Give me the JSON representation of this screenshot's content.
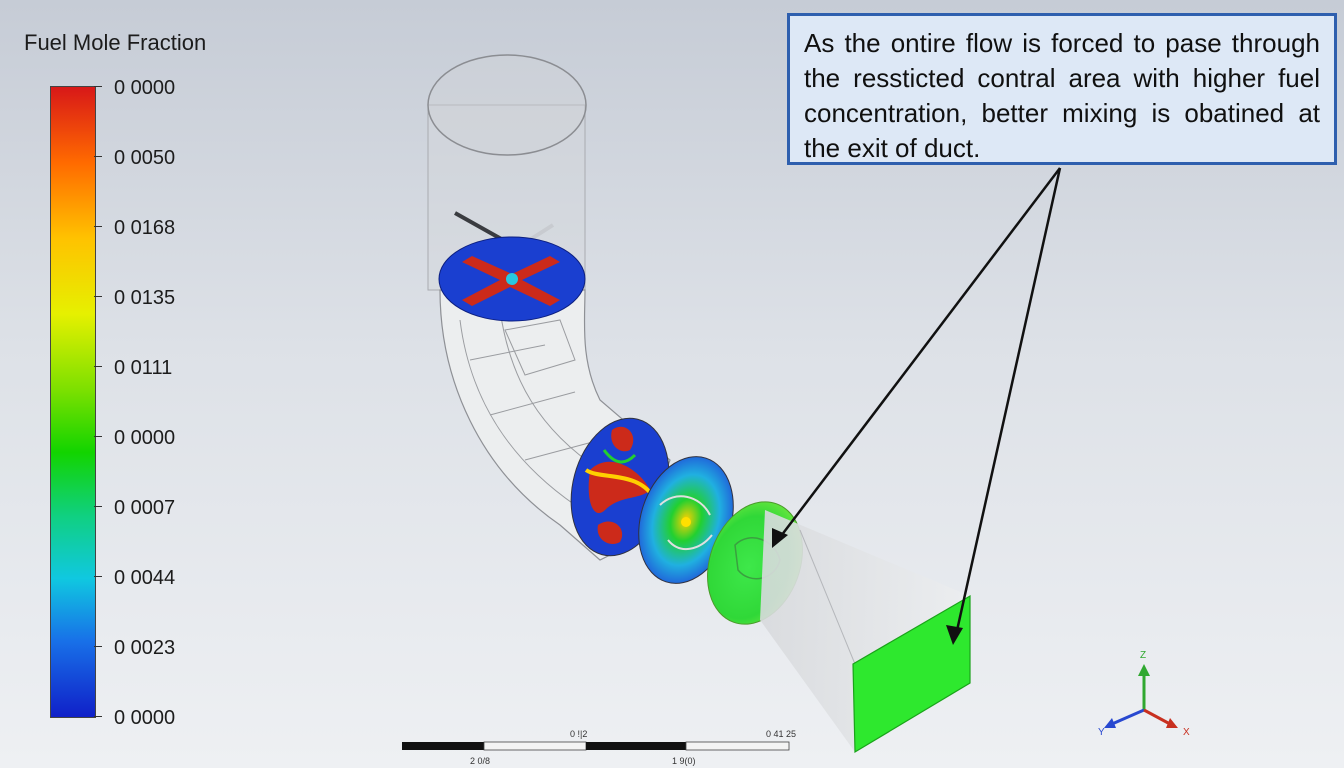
{
  "legend": {
    "title": "Fuel Mole Fraction",
    "tick_labels": [
      "0 0000",
      "0 0050",
      "0 0168",
      "0 0135",
      "0 0111",
      "0 0000",
      "0 0007",
      "0 0044",
      "0 0023",
      "0 0000"
    ]
  },
  "callout": {
    "text": "As the ontire flow is forced to pase through the ressticted contral area with higher fuel concentration, better mixing is obatined at the exit of duct."
  },
  "scale_bar": {
    "labels": [
      "2 0/8",
      "0 !|2",
      "1 9(0)",
      "0 41 25"
    ]
  },
  "axes": {
    "labels": [
      "Z",
      "Y",
      "X"
    ],
    "colors": {
      "z": "#30a830",
      "y": "#2848d0",
      "x": "#c83020"
    }
  },
  "colors": {
    "callout_border": "#2e5fae",
    "callout_fill": "#dde8f6",
    "exit_face": "#2ee82e",
    "slice_blue": "#1a3fd0",
    "slice_red": "#cc2a1a"
  }
}
